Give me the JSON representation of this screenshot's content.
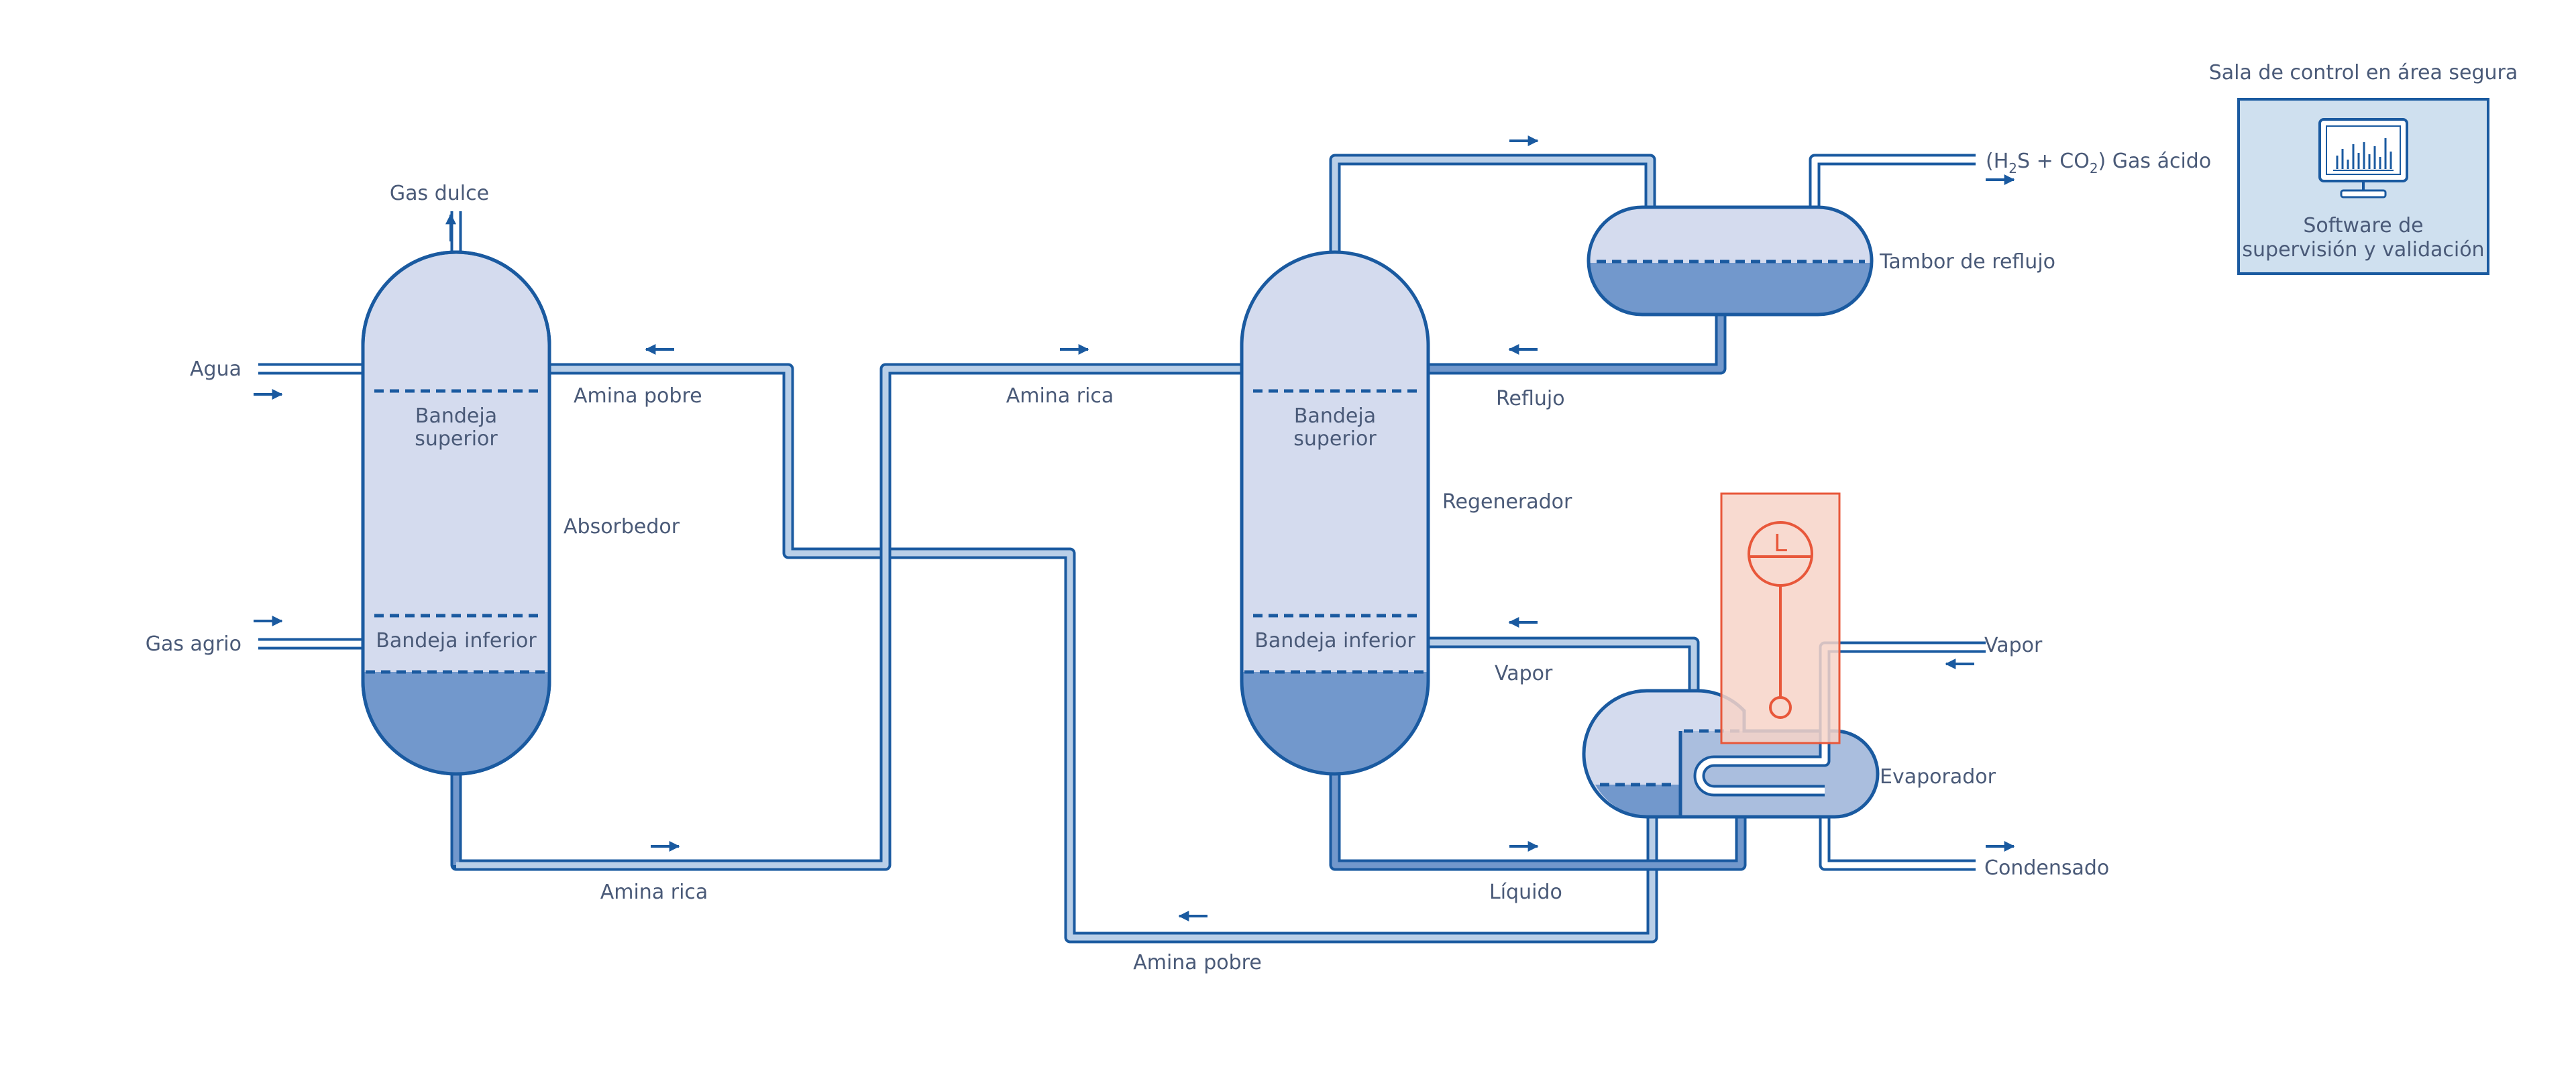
{
  "colors": {
    "pipe_outline": "#1a5aa0",
    "light_fill": "#d4dbee",
    "liquid_fill": "#7298cc",
    "pipe_light": "#b9cfe8",
    "pipe_dark": "#7298cc",
    "arrow": "#1a5aa0",
    "sensor": "#e8573a",
    "sensor_fill": "#f7d3c8",
    "control_fill": "#cfe0ef",
    "text": "#4a5a78"
  },
  "labels": {
    "gas_dulce": "Gas dulce",
    "agua": "Agua",
    "gas_agrio": "Gas agrio",
    "absorbedor": "Absorbedor",
    "amina_pobre_top": "Amina pobre",
    "amina_rica_mid": "Amina rica",
    "amina_rica_bottom": "Amina rica",
    "amina_pobre_bottom": "Amina pobre",
    "regenerador": "Regenerador",
    "reflujo": "Reflujo",
    "vapor_left": "Vapor",
    "liquido": "Líquido",
    "tambor_reflujo": "Tambor de reflujo",
    "gas_acido_prefix": "(H",
    "gas_acido_sub1": "2",
    "gas_acido_mid": "S + CO",
    "gas_acido_sub2": "2",
    "gas_acido_suffix": ") Gas ácido",
    "vapor_right": "Vapor",
    "evaporador": "Evaporador",
    "condensado": "Condensado",
    "sensor_letter": "L"
  },
  "absorber_trays": {
    "top_line1": "Bandeja",
    "top_line2": "superior",
    "bottom": "Bandeja inferior"
  },
  "regenerator_trays": {
    "top_line1": "Bandeja",
    "top_line2": "superior",
    "bottom": "Bandeja inferior"
  },
  "control_room": {
    "title": "Sala de control en área segura",
    "software_line1": "Software de",
    "software_line2": "supervisión y validación",
    "icon": "monitor-chart-icon"
  }
}
